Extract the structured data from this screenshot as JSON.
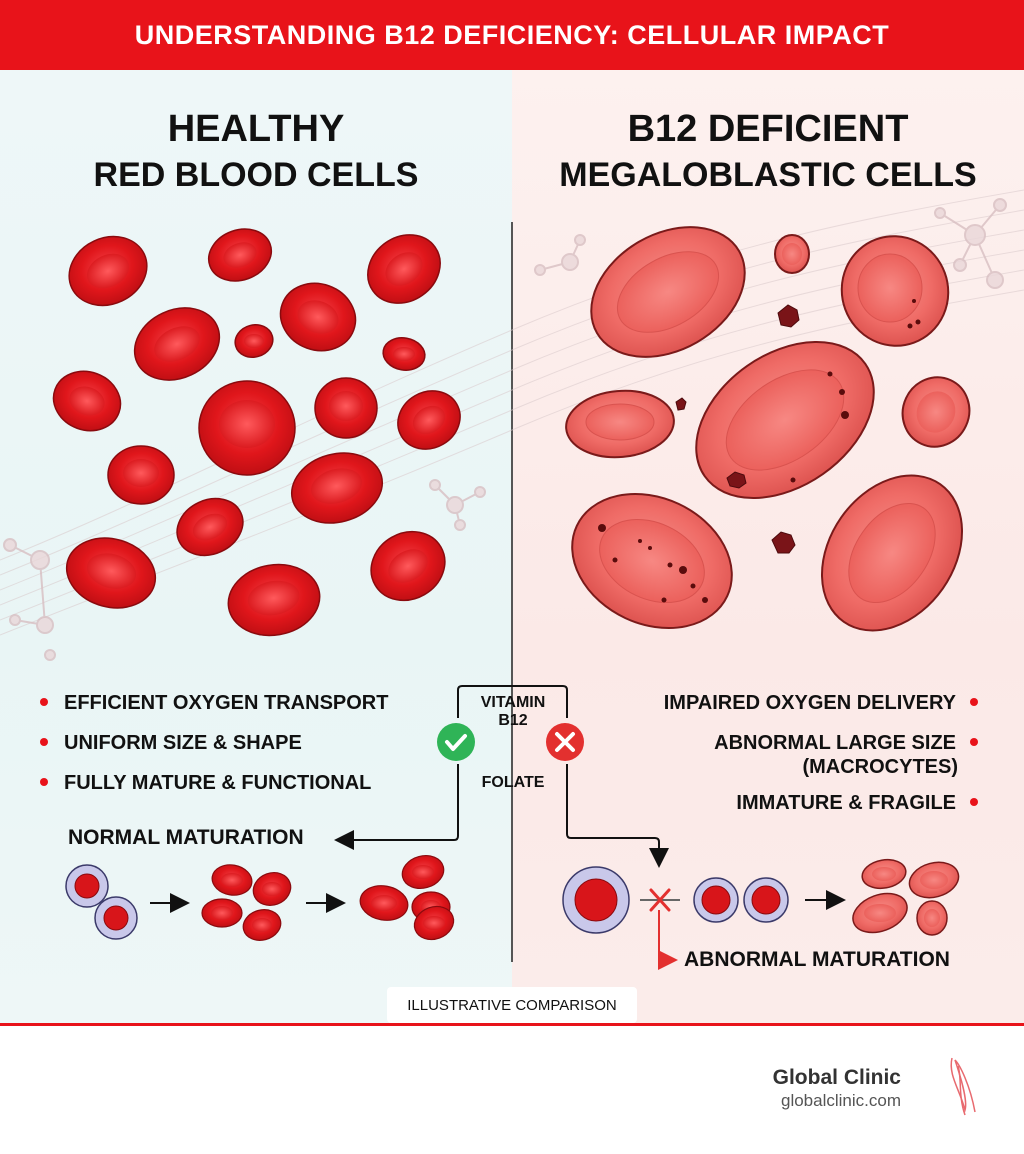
{
  "header": {
    "title": "UNDERSTANDING B12 DEFICIENCY: CELLULAR IMPACT"
  },
  "left_panel": {
    "title_line1": "HEALTHY",
    "title_line2": "RED BLOOD CELLS",
    "bullets": [
      "EFFICIENT OXYGEN TRANSPORT",
      "UNIFORM SIZE & SHAPE",
      "FULLY MATURE & FUNCTIONAL"
    ],
    "maturation_label": "NORMAL MATURATION"
  },
  "right_panel": {
    "title_line1": "B12 DEFICIENT",
    "title_line2": "MEGALOBLASTIC CELLS",
    "bullets": [
      "IMPAIRED OXYGEN DELIVERY",
      "ABNORMAL LARGE SIZE",
      "(MACROCYTES)",
      "IMMATURE & FRAGILE"
    ],
    "maturation_label": "ABNORMAL MATURATION"
  },
  "center": {
    "vitamin_line1": "VITAMIN",
    "vitamin_line2": "B12",
    "folate": "FOLATE"
  },
  "footer": {
    "note": "ILLUSTRATIVE COMPARISON",
    "brand_name": "Global Clinic",
    "brand_url": "globalclinic.com"
  },
  "colors": {
    "accent_red": "#e8131a",
    "healthy_cell": "#e0161b",
    "deficient_cell": "#ef6b66",
    "check_green": "#2fb457",
    "cross_red": "#e3302f",
    "precursor_ring": "#a9a8d8"
  },
  "icons": [
    "check-icon",
    "cross-icon",
    "arrow-icon",
    "blocked-x-icon",
    "signature-logo-icon"
  ]
}
